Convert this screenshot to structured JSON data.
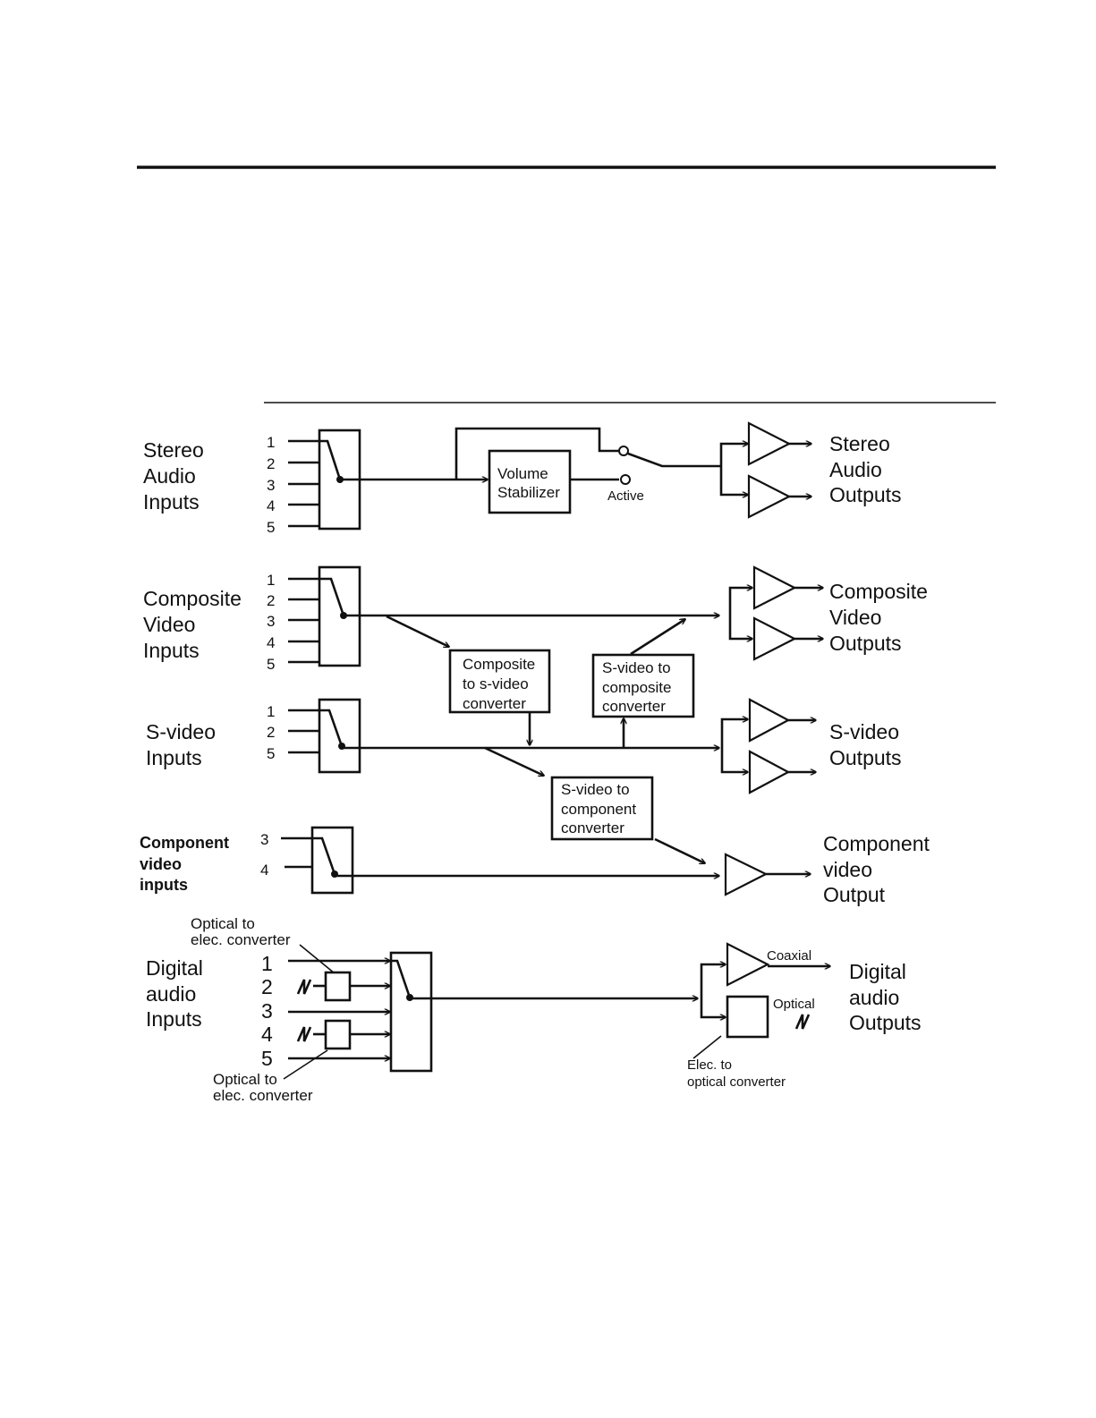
{
  "stereo_audio": {
    "inputs_label": [
      "Stereo",
      "Audio",
      "Inputs"
    ],
    "input_numbers": [
      "1",
      "2",
      "3",
      "4",
      "5"
    ],
    "stabilizer_label": [
      "Volume",
      "Stabilizer"
    ],
    "active_label": "Active",
    "outputs_label": [
      "Stereo",
      "Audio",
      "Outputs"
    ]
  },
  "composite_video": {
    "inputs_label": [
      "Composite",
      "Video",
      "Inputs"
    ],
    "input_numbers": [
      "1",
      "2",
      "3",
      "4",
      "5"
    ],
    "outputs_label": [
      "Composite",
      "Video",
      "Outputs"
    ]
  },
  "converters": {
    "composite_to_svideo": [
      "Composite",
      "to s-video",
      "converter"
    ],
    "svideo_to_composite": [
      "S-video to",
      "composite",
      "converter"
    ],
    "svideo_to_component": [
      "S-video to",
      "component",
      "converter"
    ]
  },
  "s_video": {
    "inputs_label": [
      "S-video",
      "Inputs"
    ],
    "input_numbers": [
      "1",
      "2",
      "5"
    ],
    "outputs_label": [
      "S-video",
      "Outputs"
    ]
  },
  "component_video": {
    "inputs_label": [
      "Component",
      "video",
      "inputs"
    ],
    "input_numbers": [
      "3",
      "4"
    ],
    "output_label": [
      "Component",
      "video",
      "Output"
    ]
  },
  "digital_audio": {
    "inputs_label": [
      "Digital",
      "audio",
      "Inputs"
    ],
    "input_numbers": [
      "1",
      "2",
      "3",
      "4",
      "5"
    ],
    "optical_converter_top": [
      "Optical to",
      "elec. converter"
    ],
    "optical_converter_bottom": [
      "Optical to",
      "elec. converter"
    ],
    "coaxial_label": "Coaxial",
    "optical_label": "Optical",
    "elec_converter": [
      "Elec. to",
      "optical converter"
    ],
    "outputs_label": [
      "Digital",
      "audio",
      "Outputs"
    ]
  }
}
